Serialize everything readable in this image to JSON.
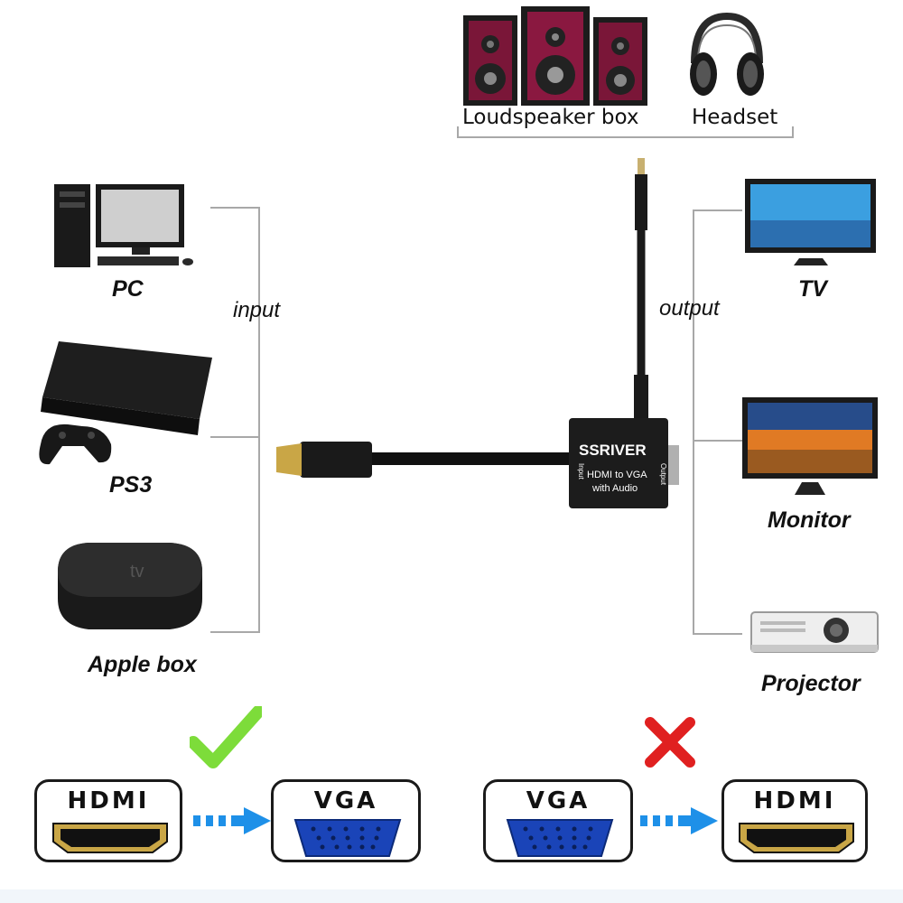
{
  "top": {
    "loudspeaker_label": "Loudspeaker box",
    "headset_label": "Headset"
  },
  "left": {
    "side_label": "input",
    "devices": [
      "PC",
      "PS3",
      "Apple box"
    ]
  },
  "right": {
    "side_label": "output",
    "devices": [
      "TV",
      "Monitor",
      "Projector"
    ]
  },
  "adapter": {
    "brand": "SSRIVER",
    "line1": "HDMI to VGA",
    "line2": "with Audio",
    "input_label": "Input",
    "output_label": "Output"
  },
  "compat": {
    "supported": {
      "from": "HDMI",
      "to": "VGA",
      "status_icon": "check-icon"
    },
    "unsupported": {
      "from": "VGA",
      "to": "HDMI",
      "status_icon": "cross-icon"
    }
  },
  "colors": {
    "check": "#7ddc3a",
    "cross": "#e02020",
    "arrow": "#1e90e8",
    "vga_blue": "#1a44b8",
    "hdmi_gold": "#c9a646",
    "bracket": "#a8a8a8"
  }
}
